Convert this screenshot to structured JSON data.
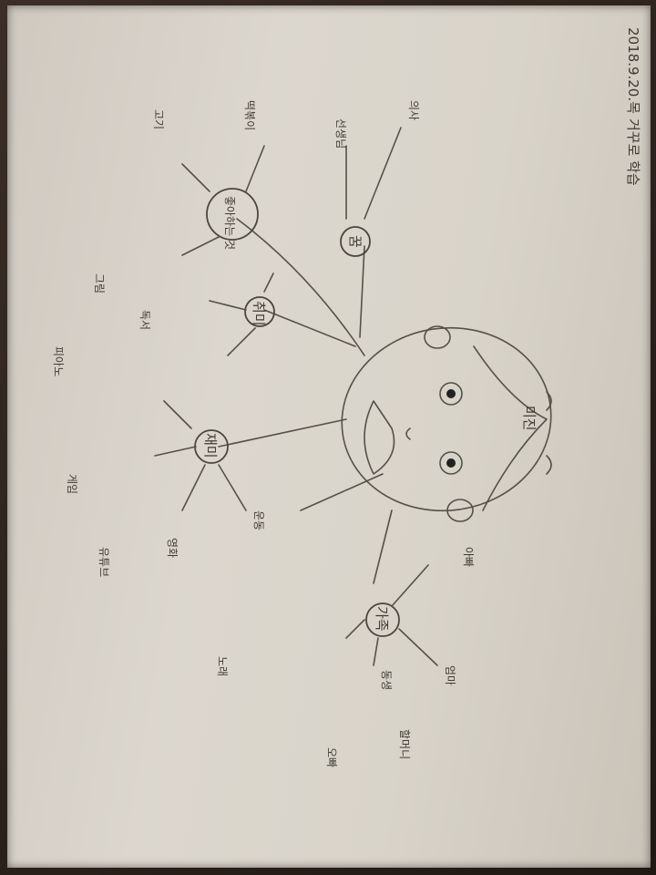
{
  "header": {
    "date": "2018.9.20.목",
    "title": "거꾸로 학습"
  },
  "center": {
    "label": "미진",
    "icon": "smiling-face-drawing"
  },
  "branches": {
    "fun": {
      "label": "재미",
      "children": [
        "게임",
        "유튜브",
        "영화",
        "운동",
        "노래"
      ]
    },
    "family": {
      "label": "가족",
      "children": [
        "아빠",
        "엄마",
        "동생",
        "오빠",
        "할머니"
      ]
    },
    "hobby": {
      "label": "취미",
      "children": [
        "그림",
        "독서",
        "피아노"
      ]
    },
    "dream": {
      "label": "꿈",
      "children": [
        "선생님",
        "의사"
      ]
    },
    "like": {
      "label": "좋아하는 것",
      "children": [
        "고기",
        "떡볶이"
      ]
    }
  },
  "colors": {
    "paper": "#d9d4ca",
    "ink": "#4a453e",
    "background": "#2a211c"
  }
}
